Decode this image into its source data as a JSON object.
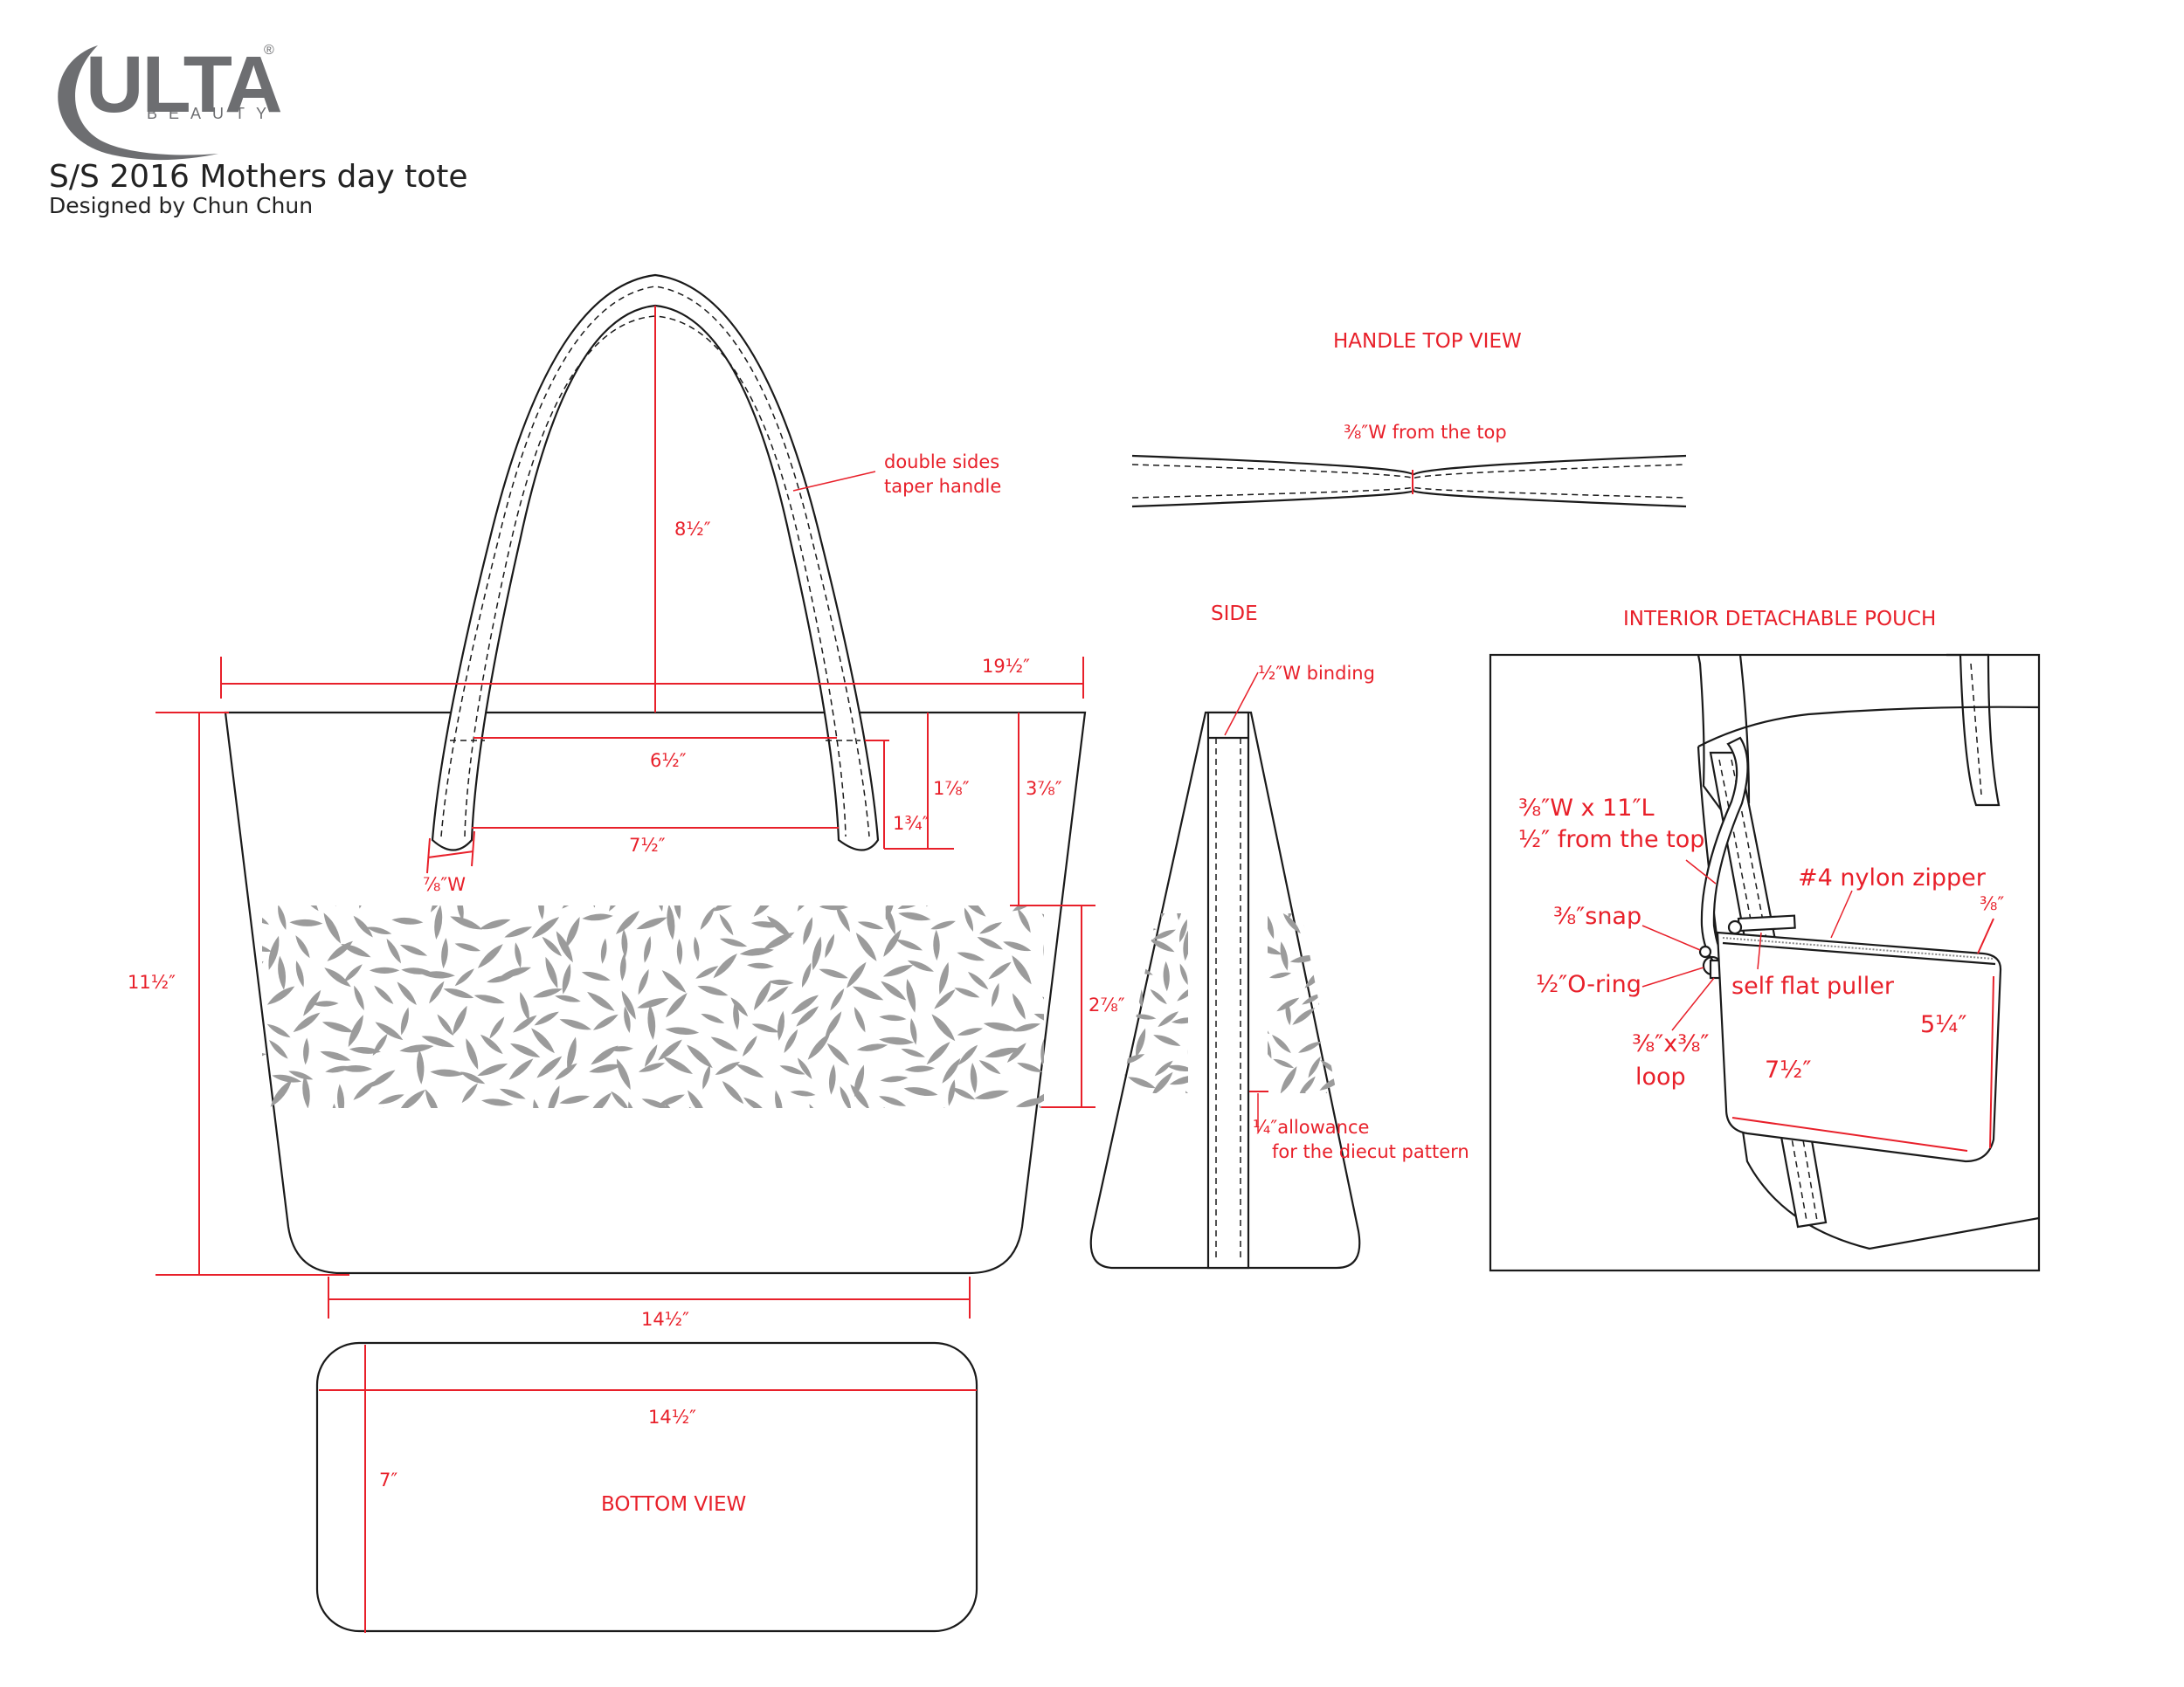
{
  "brand": {
    "logo_text": "ULTA",
    "logo_sub": "BEAUTY",
    "registered": "®",
    "color": "#6d6e71"
  },
  "header": {
    "title": "S/S 2016 Mothers day tote",
    "designer": "Designed by Chun Chun"
  },
  "colors": {
    "annotation": "#e8202a",
    "outline": "#1a1a1a",
    "pattern": "#9b9b9b"
  },
  "front_view": {
    "handle_callout": [
      "double sides",
      "taper handle"
    ],
    "dims": {
      "handle_height": "8½″",
      "top_width": "19½″",
      "handle_spacing_inner": "6½″",
      "handle_spacing_outer": "7½″",
      "handle_width": "⅞″W",
      "handle_drop_a": "1⅞″",
      "handle_drop_b": "1¾″",
      "top_to_pattern": "3⅞″",
      "pattern_height": "2⅞″",
      "body_height": "11½″",
      "bottom_width": "14½″"
    }
  },
  "handle_top_view": {
    "title": "HANDLE TOP VIEW",
    "note": "⅜″W from the top"
  },
  "side_view": {
    "title": "SIDE",
    "binding": "½″W binding",
    "allowance": [
      "¼″allowance",
      "for the diecut pattern"
    ]
  },
  "bottom_view": {
    "title": "BOTTOM VIEW",
    "length": "14½″",
    "depth": "7″"
  },
  "pouch": {
    "title": "INTERIOR DETACHABLE POUCH",
    "strap": [
      "⅜″W x 11″L",
      "½″ from the top"
    ],
    "snap": "⅜″snap",
    "oring": "½″O-ring",
    "loop": [
      "⅜″x⅜″",
      "loop"
    ],
    "zipper": "#4 nylon zipper",
    "puller": "self flat puller",
    "width": "7½″",
    "height": "5¼″",
    "top_gap": "⅜″"
  }
}
